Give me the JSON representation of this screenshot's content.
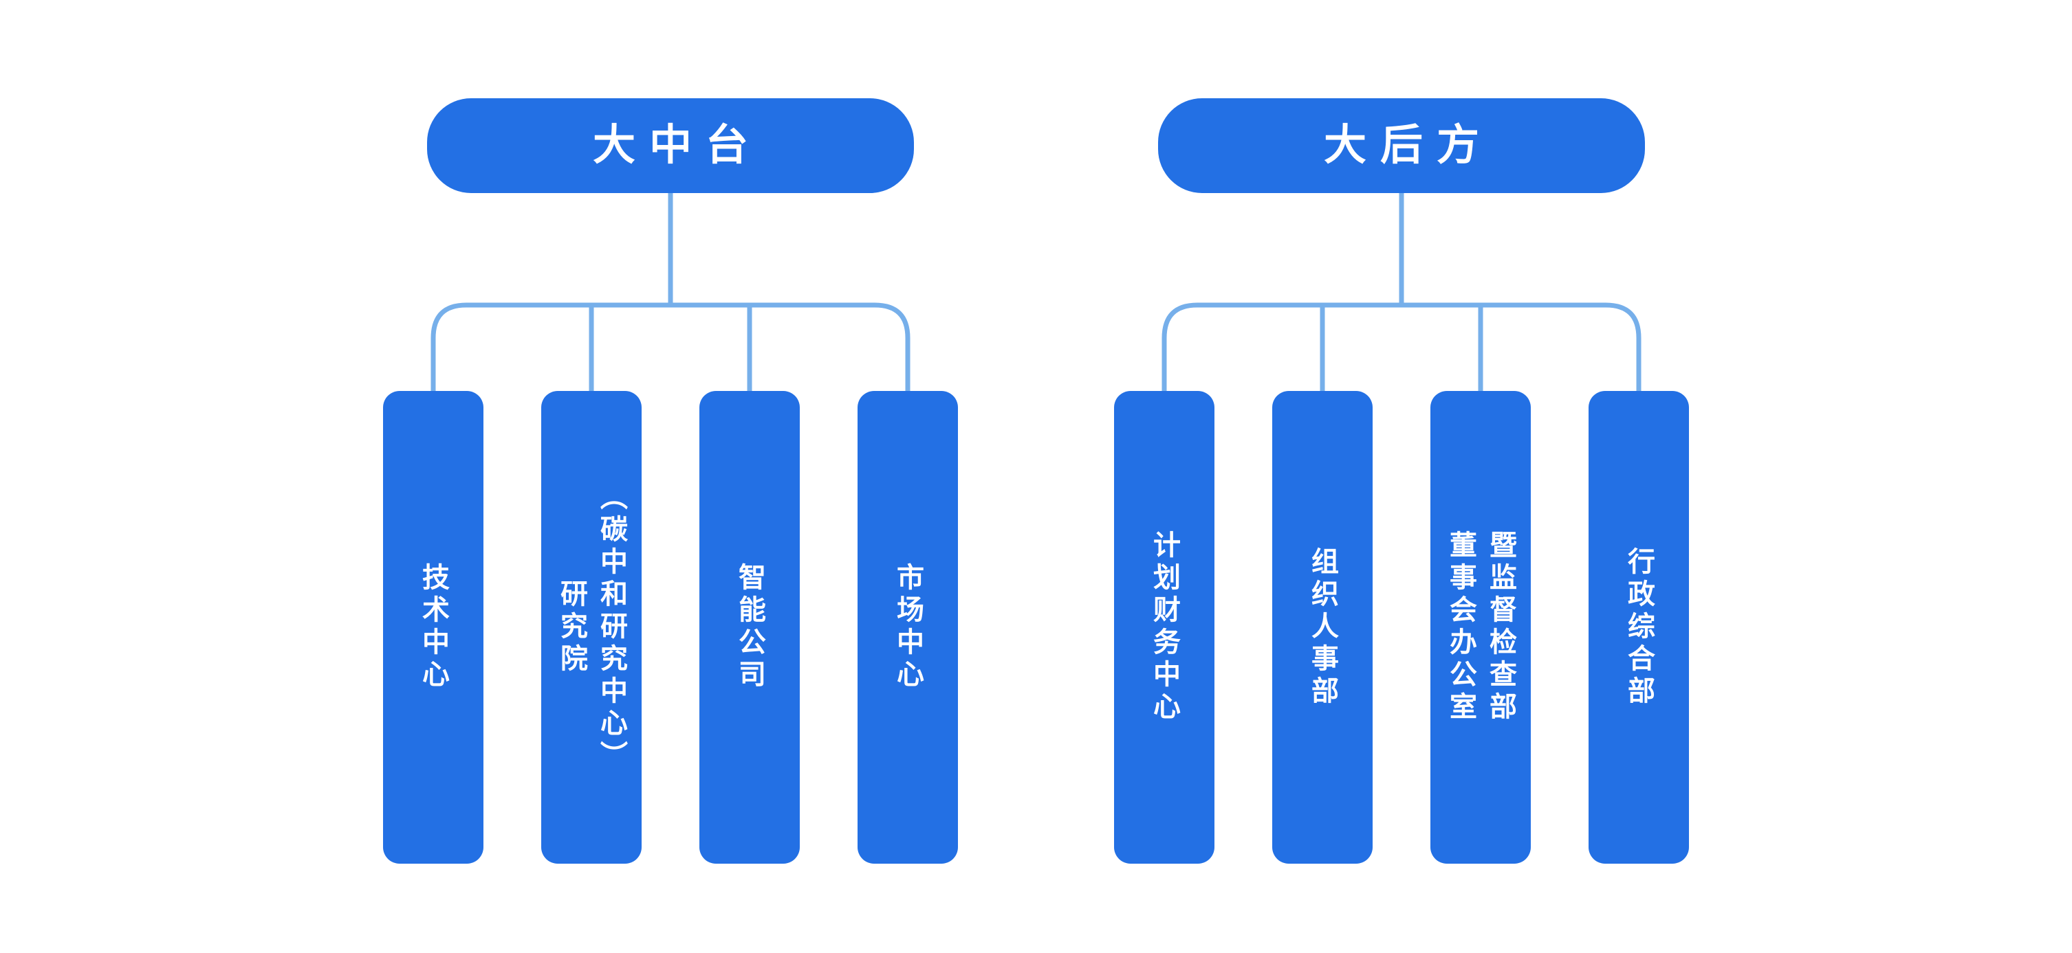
{
  "diagram": {
    "type": "org-chart",
    "background_color": "#ffffff",
    "node_color": "#2370e4",
    "connector_color": "#76afea",
    "text_color": "#ffffff",
    "groups": [
      {
        "root": {
          "label": "大中台"
        },
        "children": [
          {
            "label": "技术中心"
          },
          {
            "label": [
              "研究院",
              "（碳中和研究中心）"
            ]
          },
          {
            "label": "智能公司"
          },
          {
            "label": "市场中心"
          }
        ]
      },
      {
        "root": {
          "label": "大后方"
        },
        "children": [
          {
            "label": "计划财务中心"
          },
          {
            "label": "组织人事部"
          },
          {
            "label": [
              "董事会办公室",
              "暨监督检查部"
            ]
          },
          {
            "label": "行政综合部"
          }
        ]
      }
    ]
  }
}
